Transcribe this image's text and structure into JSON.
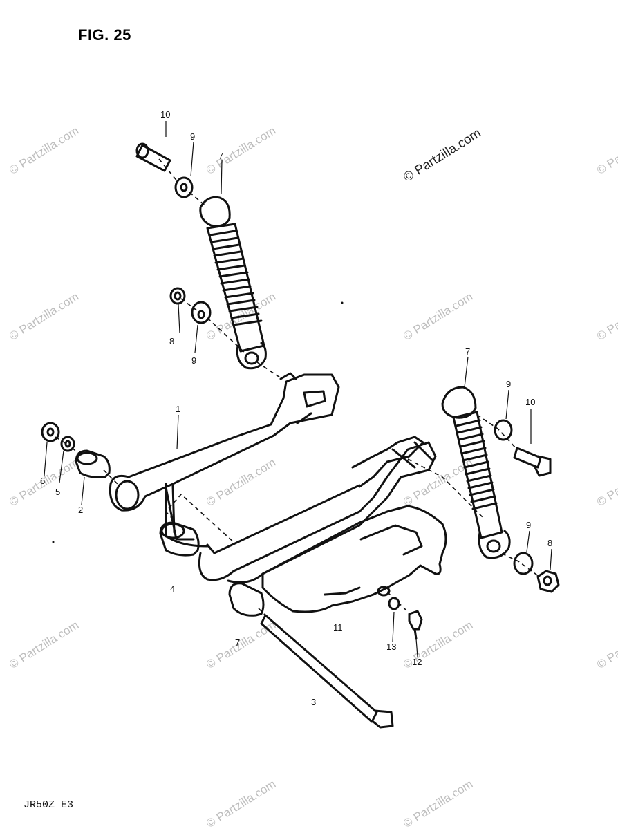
{
  "figure": {
    "title": "FIG. 25",
    "code": "JR50Z  E3"
  },
  "watermark": {
    "text": "© Partzilla.com",
    "featured_text": "© Partzilla.com"
  },
  "callouts": {
    "c10a": "10",
    "c9a": "9",
    "c7a": "7",
    "c8a": "8",
    "c9b": "9",
    "c7b": "7",
    "c9c": "9",
    "c10b": "10",
    "c9d": "9",
    "c8b": "8",
    "c1": "1",
    "c6": "6",
    "c5": "5",
    "c2": "2",
    "c4": "4",
    "c7c": "7",
    "c11": "11",
    "c13": "13",
    "c12": "12",
    "c3": "3"
  },
  "colors": {
    "ink": "#111111",
    "watermark": "#bdbdbd",
    "background": "#ffffff"
  }
}
